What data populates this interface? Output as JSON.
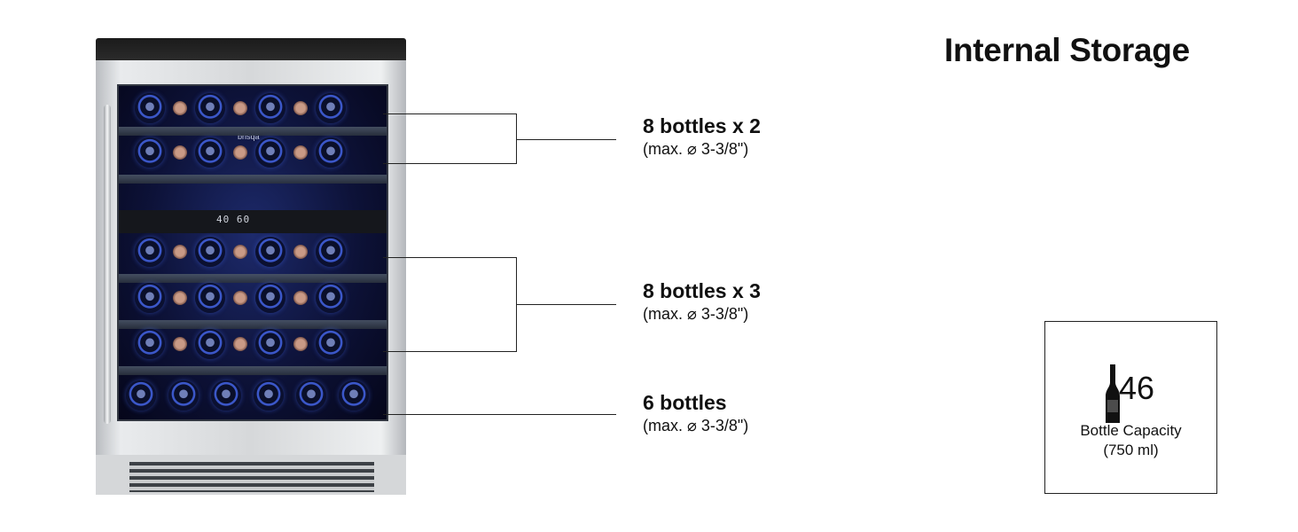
{
  "header": {
    "title": "Internal Storage"
  },
  "fridge": {
    "brand": "brisqa",
    "display": "40 60"
  },
  "sections": [
    {
      "main": "8 bottles x 2",
      "sub": "(max. ⌀ 3-3/8\")"
    },
    {
      "main": "8 bottles x 3",
      "sub": "(max. ⌀ 3-3/8\")"
    },
    {
      "main": "6 bottles",
      "sub": "(max. ⌀ 3-3/8\")"
    }
  ],
  "capacity": {
    "number": "46",
    "label_line1": "Bottle Capacity",
    "label_line2": "(750 ml)",
    "icon": "wine-bottle-icon"
  }
}
